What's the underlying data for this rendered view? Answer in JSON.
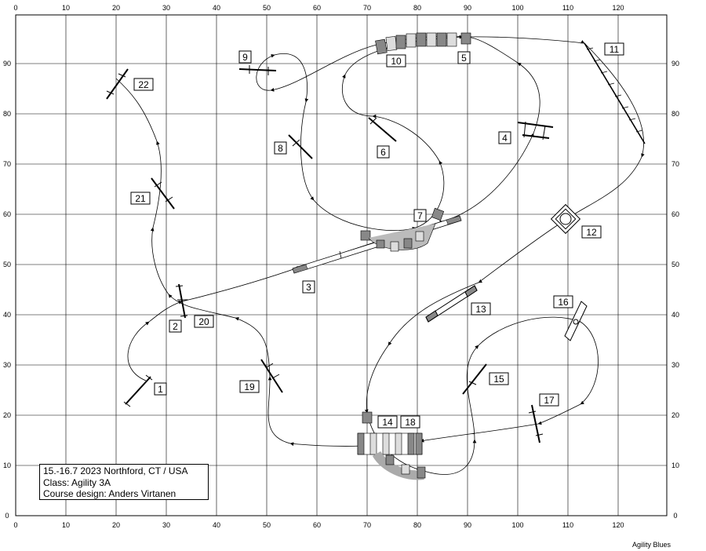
{
  "field": {
    "x_ticks": [
      "0",
      "10",
      "20",
      "30",
      "40",
      "50",
      "60",
      "70",
      "80",
      "90",
      "100",
      "110",
      "120"
    ],
    "y_ticks": [
      "0",
      "10",
      "20",
      "30",
      "40",
      "50",
      "60",
      "70",
      "80",
      "90"
    ]
  },
  "obstacles": [
    {
      "number": "1",
      "type": "jump"
    },
    {
      "number": "2",
      "type": "jump"
    },
    {
      "number": "3",
      "type": "dogwalk"
    },
    {
      "number": "4",
      "type": "jump"
    },
    {
      "number": "5",
      "type": "tunnel"
    },
    {
      "number": "6",
      "type": "jump"
    },
    {
      "number": "7",
      "type": "tunnel"
    },
    {
      "number": "8",
      "type": "jump"
    },
    {
      "number": "9",
      "type": "jump"
    },
    {
      "number": "10",
      "type": "tunnel"
    },
    {
      "number": "11",
      "type": "weave"
    },
    {
      "number": "12",
      "type": "table"
    },
    {
      "number": "13",
      "type": "jump"
    },
    {
      "number": "14",
      "type": "tunnel"
    },
    {
      "number": "15",
      "type": "jump"
    },
    {
      "number": "16",
      "type": "tire"
    },
    {
      "number": "17",
      "type": "jump"
    },
    {
      "number": "18",
      "type": "tunnel"
    },
    {
      "number": "19",
      "type": "jump"
    },
    {
      "number": "20",
      "type": "jump"
    },
    {
      "number": "21",
      "type": "jump"
    },
    {
      "number": "22",
      "type": "jump"
    }
  ],
  "info": {
    "line1": "15.-16.7 2023 Northford, CT / USA",
    "line2": "Class: Agility 3A",
    "line3": "Course design: Anders Virtanen"
  },
  "credit": "Agility Blues"
}
